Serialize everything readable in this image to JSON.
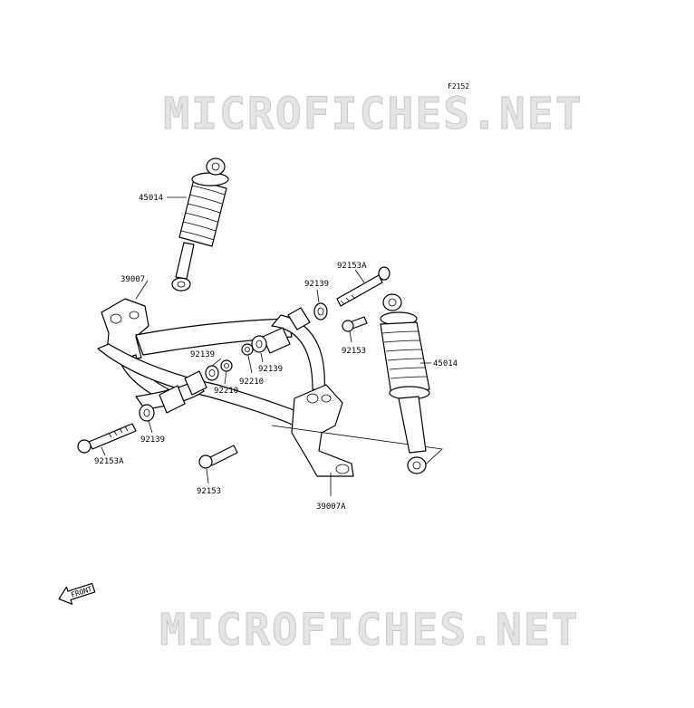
{
  "figure_code": "F2152",
  "watermark": "MICROFICHES.NET",
  "front_label": "FRONT",
  "labels": {
    "shock_left": "45014",
    "shock_right": "45014",
    "arm_upper": "39007",
    "arm_lower": "39007A",
    "bolt_right_top": "92153A",
    "bolt_left": "92153A",
    "bolt_small_right": "92153",
    "bolt_small_bottom": "92153",
    "bush_right_top": "92139",
    "bush_center_a": "92139",
    "bush_center_b": "92139",
    "bush_left": "92139",
    "collar_a": "92210",
    "collar_b": "92210"
  },
  "colors": {
    "watermark_fill": "#e4e4e4",
    "watermark_stroke": "#c8c8c8",
    "line": "#000000"
  }
}
